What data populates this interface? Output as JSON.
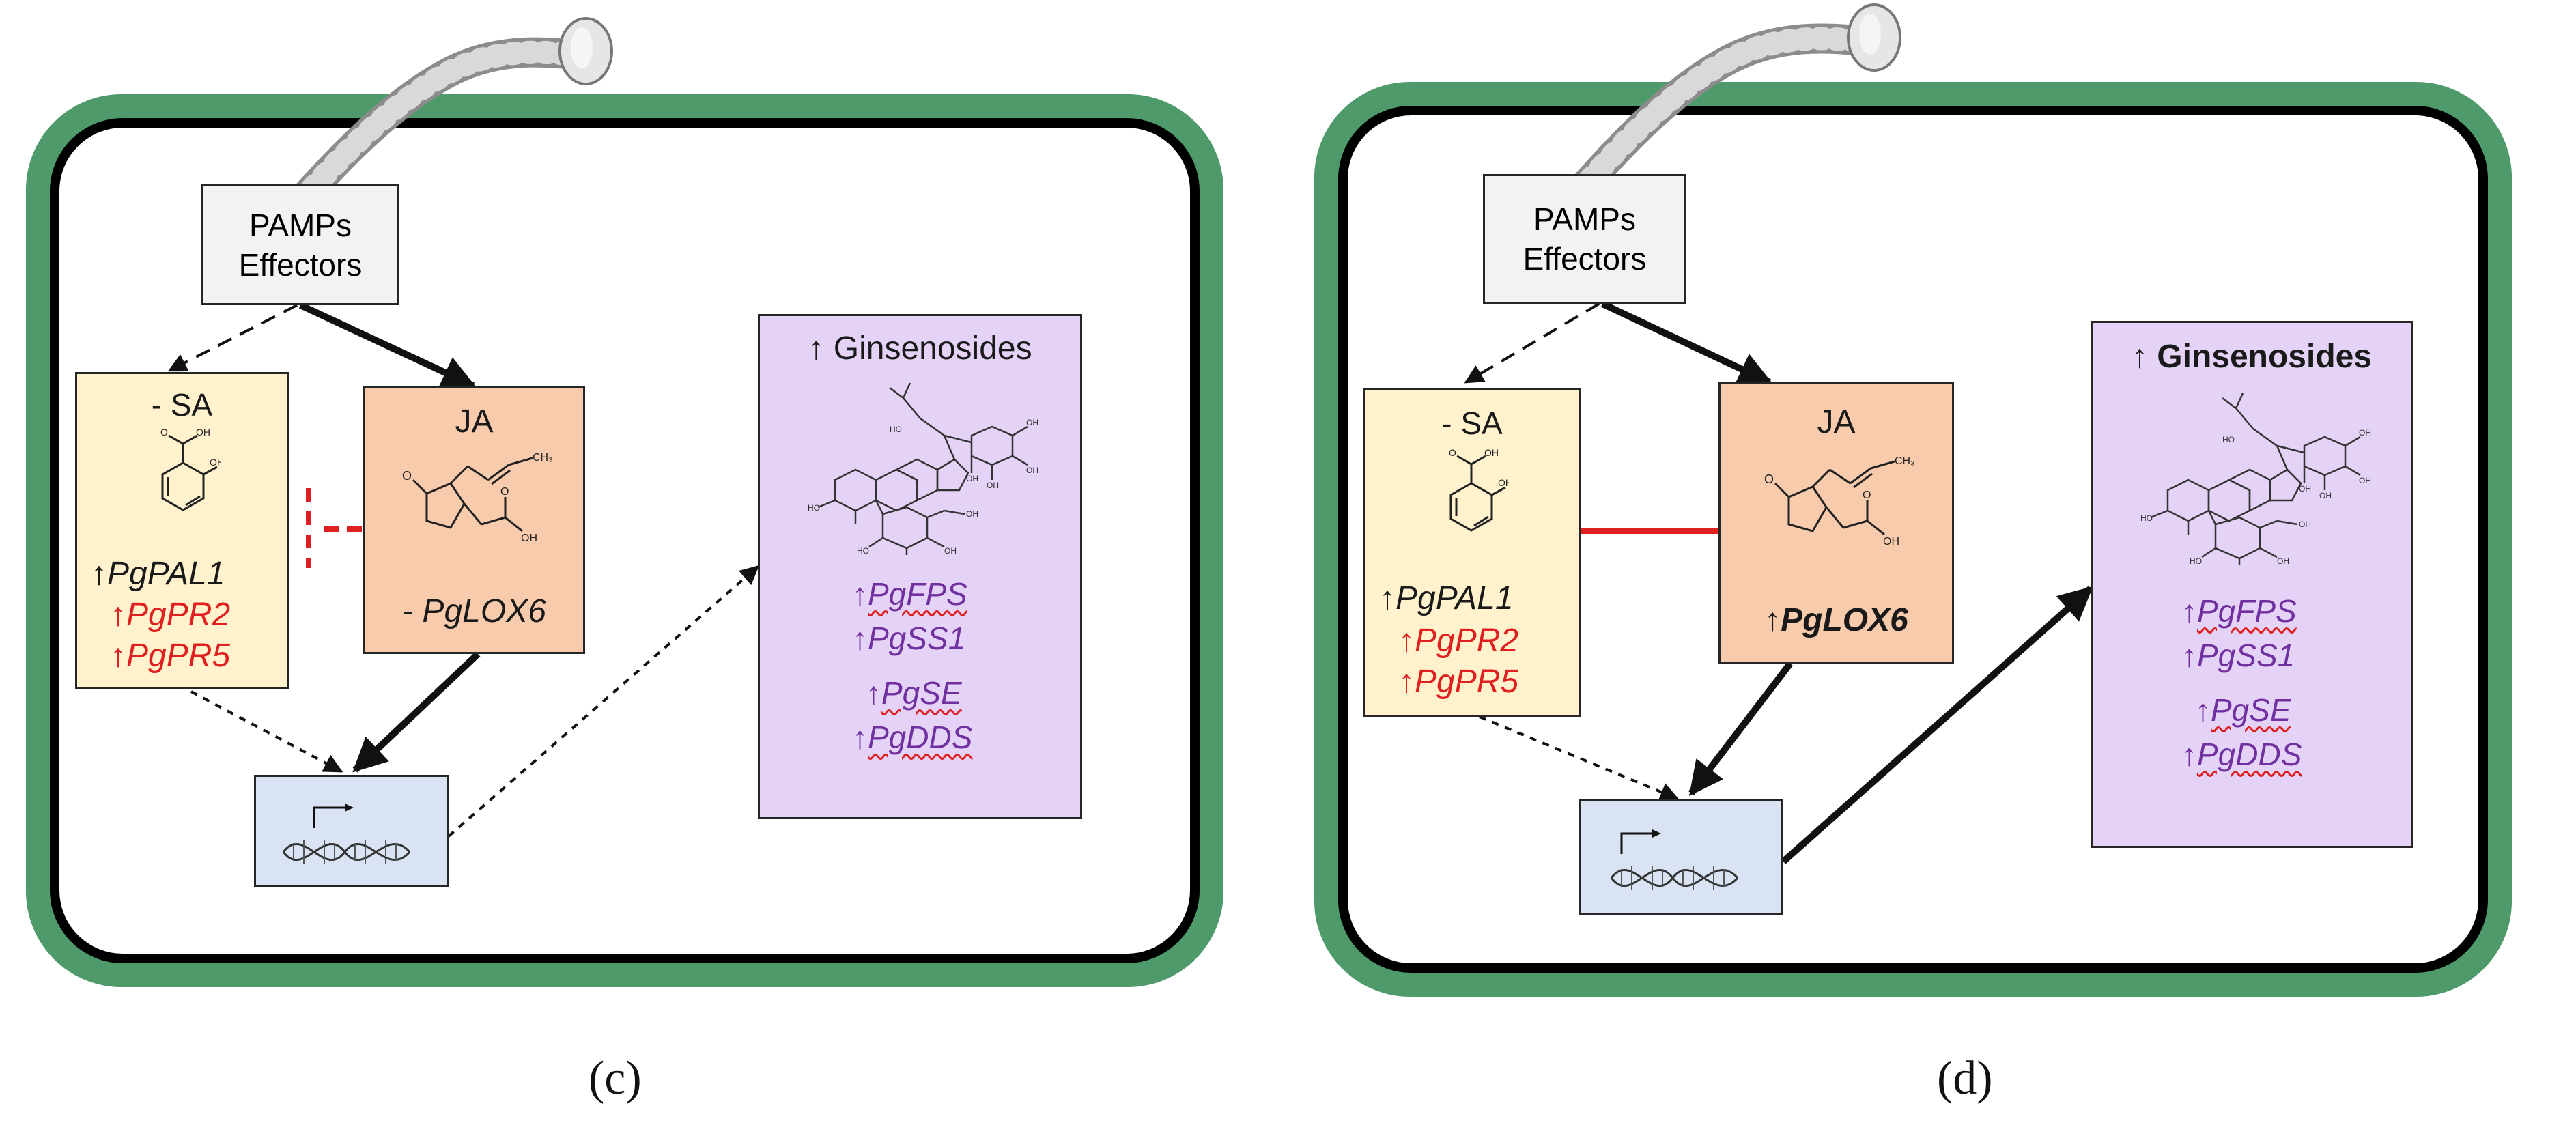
{
  "panels": [
    {
      "caption": "(c)",
      "pamps": {
        "line1": "PAMPs",
        "line2": "Effectors"
      },
      "sa": {
        "title": "- SA",
        "gene1_arrow": "↑",
        "gene1": "PgPAL1",
        "gene2_arrow": "↑",
        "gene2": "PgPR2",
        "gene3_arrow": "↑",
        "gene3": "PgPR5"
      },
      "ja": {
        "title": "JA",
        "gene": "- PgLOX6"
      },
      "ginsenosides": {
        "title_arrow": "↑",
        "title": "Ginsenosides",
        "genes": [
          {
            "arrow": "↑",
            "name": "PgFPS"
          },
          {
            "arrow": "↑",
            "name": "PgSS1"
          },
          {
            "arrow": "↑",
            "name": "PgSE"
          },
          {
            "arrow": "↑",
            "name": "PgDDS"
          }
        ]
      }
    },
    {
      "caption": "(d)",
      "pamps": {
        "line1": "PAMPs",
        "line2": "Effectors"
      },
      "sa": {
        "title": "- SA",
        "gene1_arrow": "↑",
        "gene1": "PgPAL1",
        "gene2_arrow": "↑",
        "gene2": "PgPR2",
        "gene3_arrow": "↑",
        "gene3": "PgPR5"
      },
      "ja": {
        "title": "JA",
        "gene": "↑PgLOX6"
      },
      "ginsenosides": {
        "title_arrow": "↑",
        "title": "Ginsenosides",
        "genes": [
          {
            "arrow": "↑",
            "name": "PgFPS"
          },
          {
            "arrow": "↑",
            "name": "PgSS1"
          },
          {
            "arrow": "↑",
            "name": "PgSE"
          },
          {
            "arrow": "↑",
            "name": "PgDDS"
          }
        ]
      }
    }
  ],
  "colors": {
    "cell_wall": "#4e9a6a",
    "pamps_fill": "#f2f2f2",
    "sa_fill": "#fff2cc",
    "ja_fill": "#f8cbad",
    "ginsenosides_fill": "#e4d3f6",
    "dna_fill": "#dae3f3",
    "inhibition": "#e02020",
    "gene_purple": "#7030a0"
  },
  "icons": [
    "pathogen-hypha-icon",
    "salicylic-acid-structure-icon",
    "jasmonic-acid-structure-icon",
    "ginsenoside-structure-icon",
    "dna-transcription-icon"
  ]
}
